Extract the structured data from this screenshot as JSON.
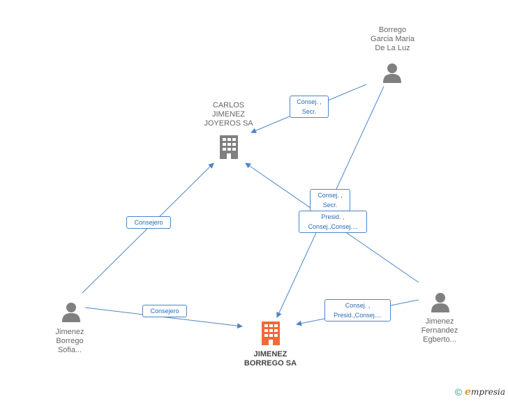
{
  "colors": {
    "edge": "#4a86c8",
    "company_main": "#f06a3a",
    "company": "#808080",
    "person": "#808080"
  },
  "nodes": {
    "person_borrego_garcia": {
      "label": "Borrego\nGarcia Maria\nDe La Luz",
      "icon": "person-icon"
    },
    "company_carlos_jimenez": {
      "label": "CARLOS\nJIMENEZ\nJOYEROS SA",
      "icon": "building-icon"
    },
    "person_jimenez_sofia": {
      "label": "Jimenez\nBorrego\nSofia...",
      "icon": "person-icon"
    },
    "company_jimenez_borrego": {
      "label": "JIMENEZ\nBORREGO SA",
      "icon": "building-icon"
    },
    "person_jimenez_egberto": {
      "label": "Jimenez\nFernandez\nEgberto...",
      "icon": "person-icon"
    }
  },
  "edges": {
    "borrego_to_carlos": "Consej. ,\nSecr.",
    "borrego_to_jimenez_borrego": "Consej. ,\nSecr.",
    "egberto_to_carlos": "Presid. ,\nConsej.,Consej....",
    "sofia_to_carlos": "Consejero",
    "sofia_to_jimenez_borrego": "Consejero",
    "egberto_to_jimenez_borrego": "Consej. ,\nPresid.,Consej...."
  },
  "brand": {
    "copyright": "©",
    "name_initial": "e",
    "name_rest": "mpresia"
  }
}
